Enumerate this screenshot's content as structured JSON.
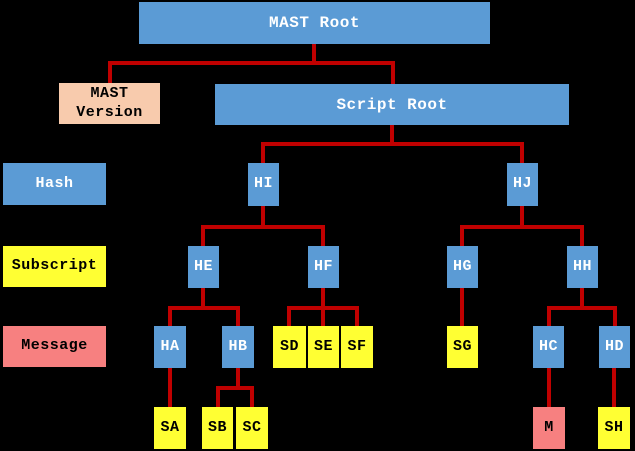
{
  "colors": {
    "background": "#000000",
    "hash_blue": "#5B9BD5",
    "subscript_yellow": "#FFFF33",
    "message_red": "#F78080",
    "version_peach": "#F8CBAD",
    "connector_red": "#C00000",
    "text_on_blue": "#FFFFFF",
    "text_on_light": "#000000"
  },
  "legend": {
    "hash": "Hash",
    "subscript": "Subscript",
    "message": "Message"
  },
  "nodes": {
    "mast_root": "MAST Root",
    "mast_version": "MAST Version",
    "script_root": "Script Root",
    "hi": "HI",
    "hj": "HJ",
    "he": "HE",
    "hf": "HF",
    "hg": "HG",
    "hh": "HH",
    "ha": "HA",
    "hb": "HB",
    "sd": "SD",
    "se": "SE",
    "sf": "SF",
    "sg": "SG",
    "hc": "HC",
    "hd": "HD",
    "sa": "SA",
    "sb": "SB",
    "sc": "SC",
    "m": "M",
    "sh": "SH"
  },
  "edges": [
    [
      "mast_root",
      "mast_version"
    ],
    [
      "mast_root",
      "script_root"
    ],
    [
      "script_root",
      "hi"
    ],
    [
      "script_root",
      "hj"
    ],
    [
      "hi",
      "he"
    ],
    [
      "hi",
      "hf"
    ],
    [
      "hj",
      "hg"
    ],
    [
      "hj",
      "hh"
    ],
    [
      "he",
      "ha"
    ],
    [
      "he",
      "hb"
    ],
    [
      "hf",
      "sd"
    ],
    [
      "hf",
      "se"
    ],
    [
      "hf",
      "sf"
    ],
    [
      "hg",
      "sg"
    ],
    [
      "hh",
      "hc"
    ],
    [
      "hh",
      "hd"
    ],
    [
      "ha",
      "sa"
    ],
    [
      "hb",
      "sb"
    ],
    [
      "hb",
      "sc"
    ],
    [
      "hc",
      "m"
    ],
    [
      "hd",
      "sh"
    ]
  ]
}
